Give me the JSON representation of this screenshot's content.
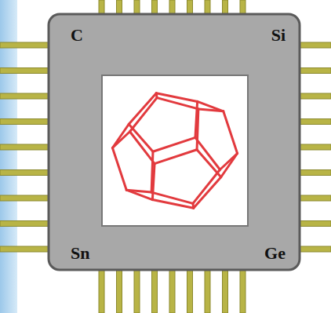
{
  "diagram": {
    "nodes": [
      {
        "text": [
          "C",
          "Si",
          "Sn",
          "Ge"
        ]
      }
    ]
  }
}
